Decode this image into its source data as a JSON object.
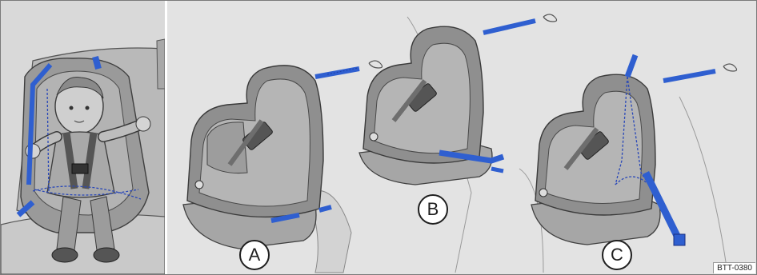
{
  "figure": {
    "labels": {
      "a": "A",
      "b": "B",
      "c": "C"
    },
    "reference_code": "BTT-0380",
    "colors": {
      "belt_blue": "#2f5fd0",
      "seat_dark": "#7c7c7c",
      "seat_mid": "#a3a3a3",
      "seat_light": "#c6c6c6",
      "background": "#e3e3e3",
      "outline": "#4a4a4a"
    }
  }
}
